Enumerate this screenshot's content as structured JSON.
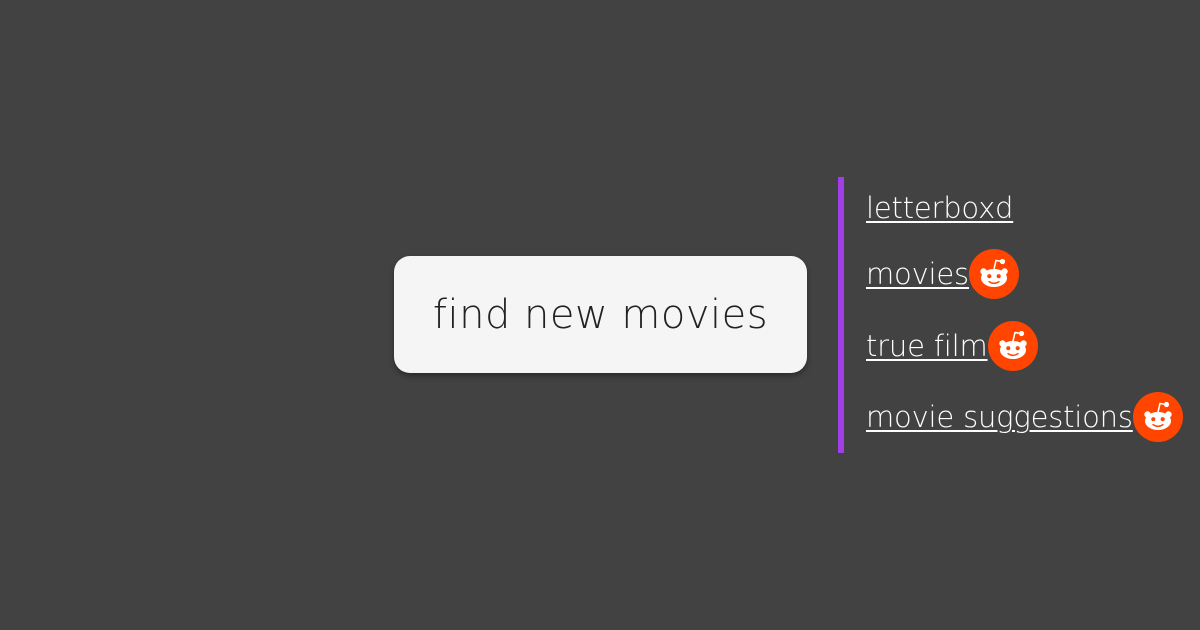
{
  "central": {
    "label": "find new movies"
  },
  "colors": {
    "background": "#424242",
    "central_box": "#f5f5f5",
    "branch_line": "#a13ee8",
    "link_text": "#ffffff",
    "reddit_orange": "#ff4500"
  },
  "links": [
    {
      "label": "letterboxd",
      "icon": null
    },
    {
      "label": "movies ",
      "icon": "reddit-icon"
    },
    {
      "label": "true film ",
      "icon": "reddit-icon"
    },
    {
      "label": "movie suggestions ",
      "icon": "reddit-icon"
    }
  ]
}
